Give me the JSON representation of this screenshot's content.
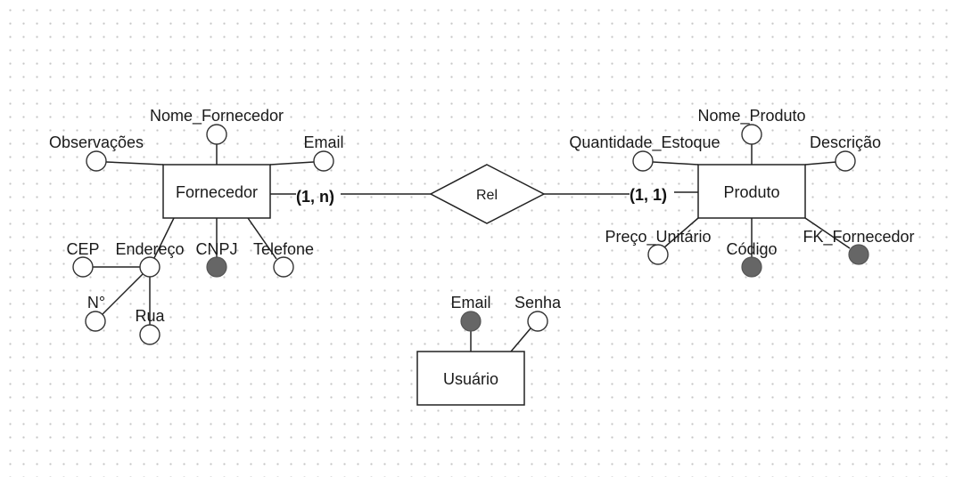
{
  "entities": {
    "fornecedor": "Fornecedor",
    "produto": "Produto",
    "usuario": "Usuário"
  },
  "relationship": {
    "label": "Rel",
    "card_fornecedor": "(1, n)",
    "card_produto": "(1, 1)"
  },
  "fornecedor_attrs": {
    "nome": "Nome_Fornecedor",
    "observacoes": "Observações",
    "email": "Email",
    "cep": "CEP",
    "endereco": "Endereço",
    "cnpj": "CNPJ",
    "telefone": "Telefone",
    "numero": "N°",
    "rua": "Rua"
  },
  "produto_attrs": {
    "nome": "Nome_Produto",
    "quantidade": "Quantidade_Estoque",
    "descricao": "Descrição",
    "preco": "Preço_Unitário",
    "codigo": "Código",
    "fk_fornecedor": "FK_Fornecedor"
  },
  "usuario_attrs": {
    "email": "Email",
    "senha": "Senha"
  },
  "colors": {
    "key_attribute_fill": "#666666",
    "open_attribute_fill": "#ffffff",
    "line": "#222222"
  }
}
